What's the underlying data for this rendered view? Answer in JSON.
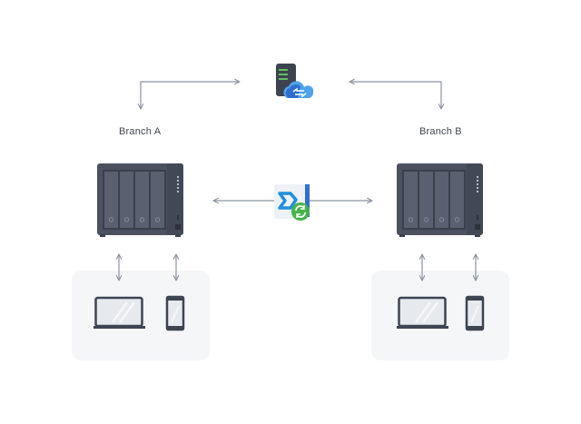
{
  "diagram": {
    "title": "Branch sync topology",
    "branches": [
      {
        "id": "a",
        "label": "Branch A",
        "nas_icon": "nas-4bay-icon",
        "devices": [
          "laptop-icon",
          "phone-icon"
        ]
      },
      {
        "id": "b",
        "label": "Branch B",
        "nas_icon": "nas-4bay-icon",
        "devices": [
          "laptop-icon",
          "phone-icon"
        ]
      }
    ],
    "center_top_icon": "server-cloud-icon",
    "center_middle_icon": "sync-app-icon",
    "colors": {
      "arrow": "#8a92a0",
      "nas_body": "#4b5160",
      "nas_dark": "#3b404c",
      "panel_bg": "#f5f6f8",
      "device_stroke": "#3d4452",
      "cloud_blue": "#3b8be0",
      "sync_green": "#47b34a"
    }
  }
}
